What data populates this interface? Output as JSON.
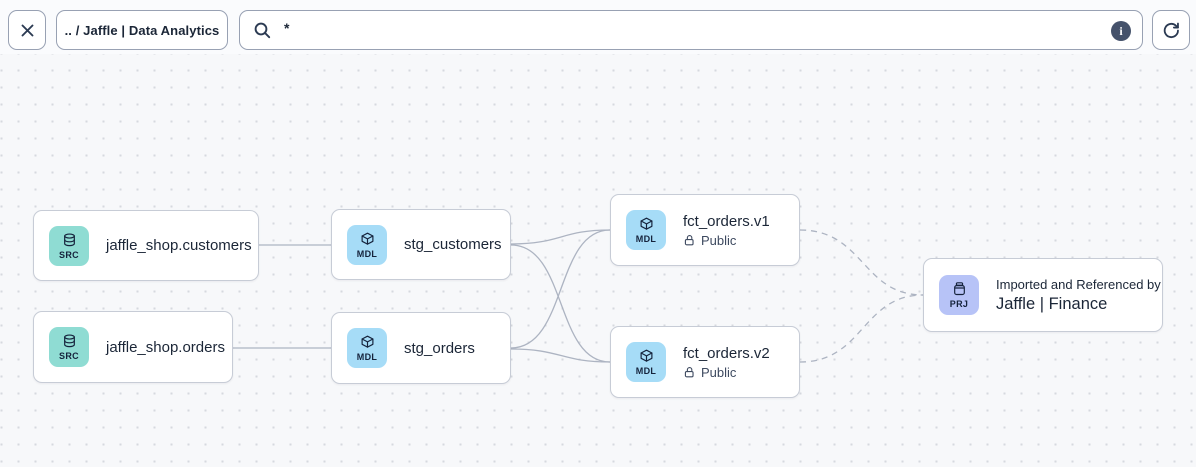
{
  "toolbar": {
    "breadcrumb_label": ".. / Jaffle | Data Analytics",
    "search_query": "*",
    "info_label": "i"
  },
  "graph": {
    "nodes": [
      {
        "id": "source-jaffle-shop-customers",
        "badge": "SRC",
        "label": "jaffle_shop.customers"
      },
      {
        "id": "source-jaffle-shop-orders",
        "badge": "SRC",
        "label": "jaffle_shop.orders"
      },
      {
        "id": "model-stg-customers",
        "badge": "MDL",
        "label": "stg_customers"
      },
      {
        "id": "model-stg-orders",
        "badge": "MDL",
        "label": "stg_orders"
      },
      {
        "id": "model-fct-orders-v1",
        "badge": "MDL",
        "label": "fct_orders.v1",
        "access": "Public"
      },
      {
        "id": "model-fct-orders-v2",
        "badge": "MDL",
        "label": "fct_orders.v2",
        "access": "Public"
      },
      {
        "id": "project-jaffle-finance",
        "badge": "PRJ",
        "label": "Jaffle | Finance",
        "sublabel": "Imported and Referenced by"
      }
    ],
    "edges": [
      {
        "from": "jaffle_shop.customers",
        "to": "stg_customers",
        "style": "solid"
      },
      {
        "from": "jaffle_shop.orders",
        "to": "stg_orders",
        "style": "solid"
      },
      {
        "from": "stg_customers",
        "to": "fct_orders.v1",
        "style": "solid"
      },
      {
        "from": "stg_customers",
        "to": "fct_orders.v2",
        "style": "solid"
      },
      {
        "from": "stg_orders",
        "to": "fct_orders.v1",
        "style": "solid"
      },
      {
        "from": "stg_orders",
        "to": "fct_orders.v2",
        "style": "solid"
      },
      {
        "from": "fct_orders.v1",
        "to": "Jaffle | Finance",
        "style": "dashed"
      },
      {
        "from": "fct_orders.v2",
        "to": "Jaffle | Finance",
        "style": "dashed"
      }
    ]
  },
  "colors": {
    "source_badge": "#8fdcd3",
    "model_badge": "#a6dcf7",
    "project_badge": "#b7c3f7",
    "edge": "#adb4c2",
    "node_border": "#c7ccd6",
    "canvas_bg": "#f7f8fa",
    "info_badge": "#45526b"
  }
}
